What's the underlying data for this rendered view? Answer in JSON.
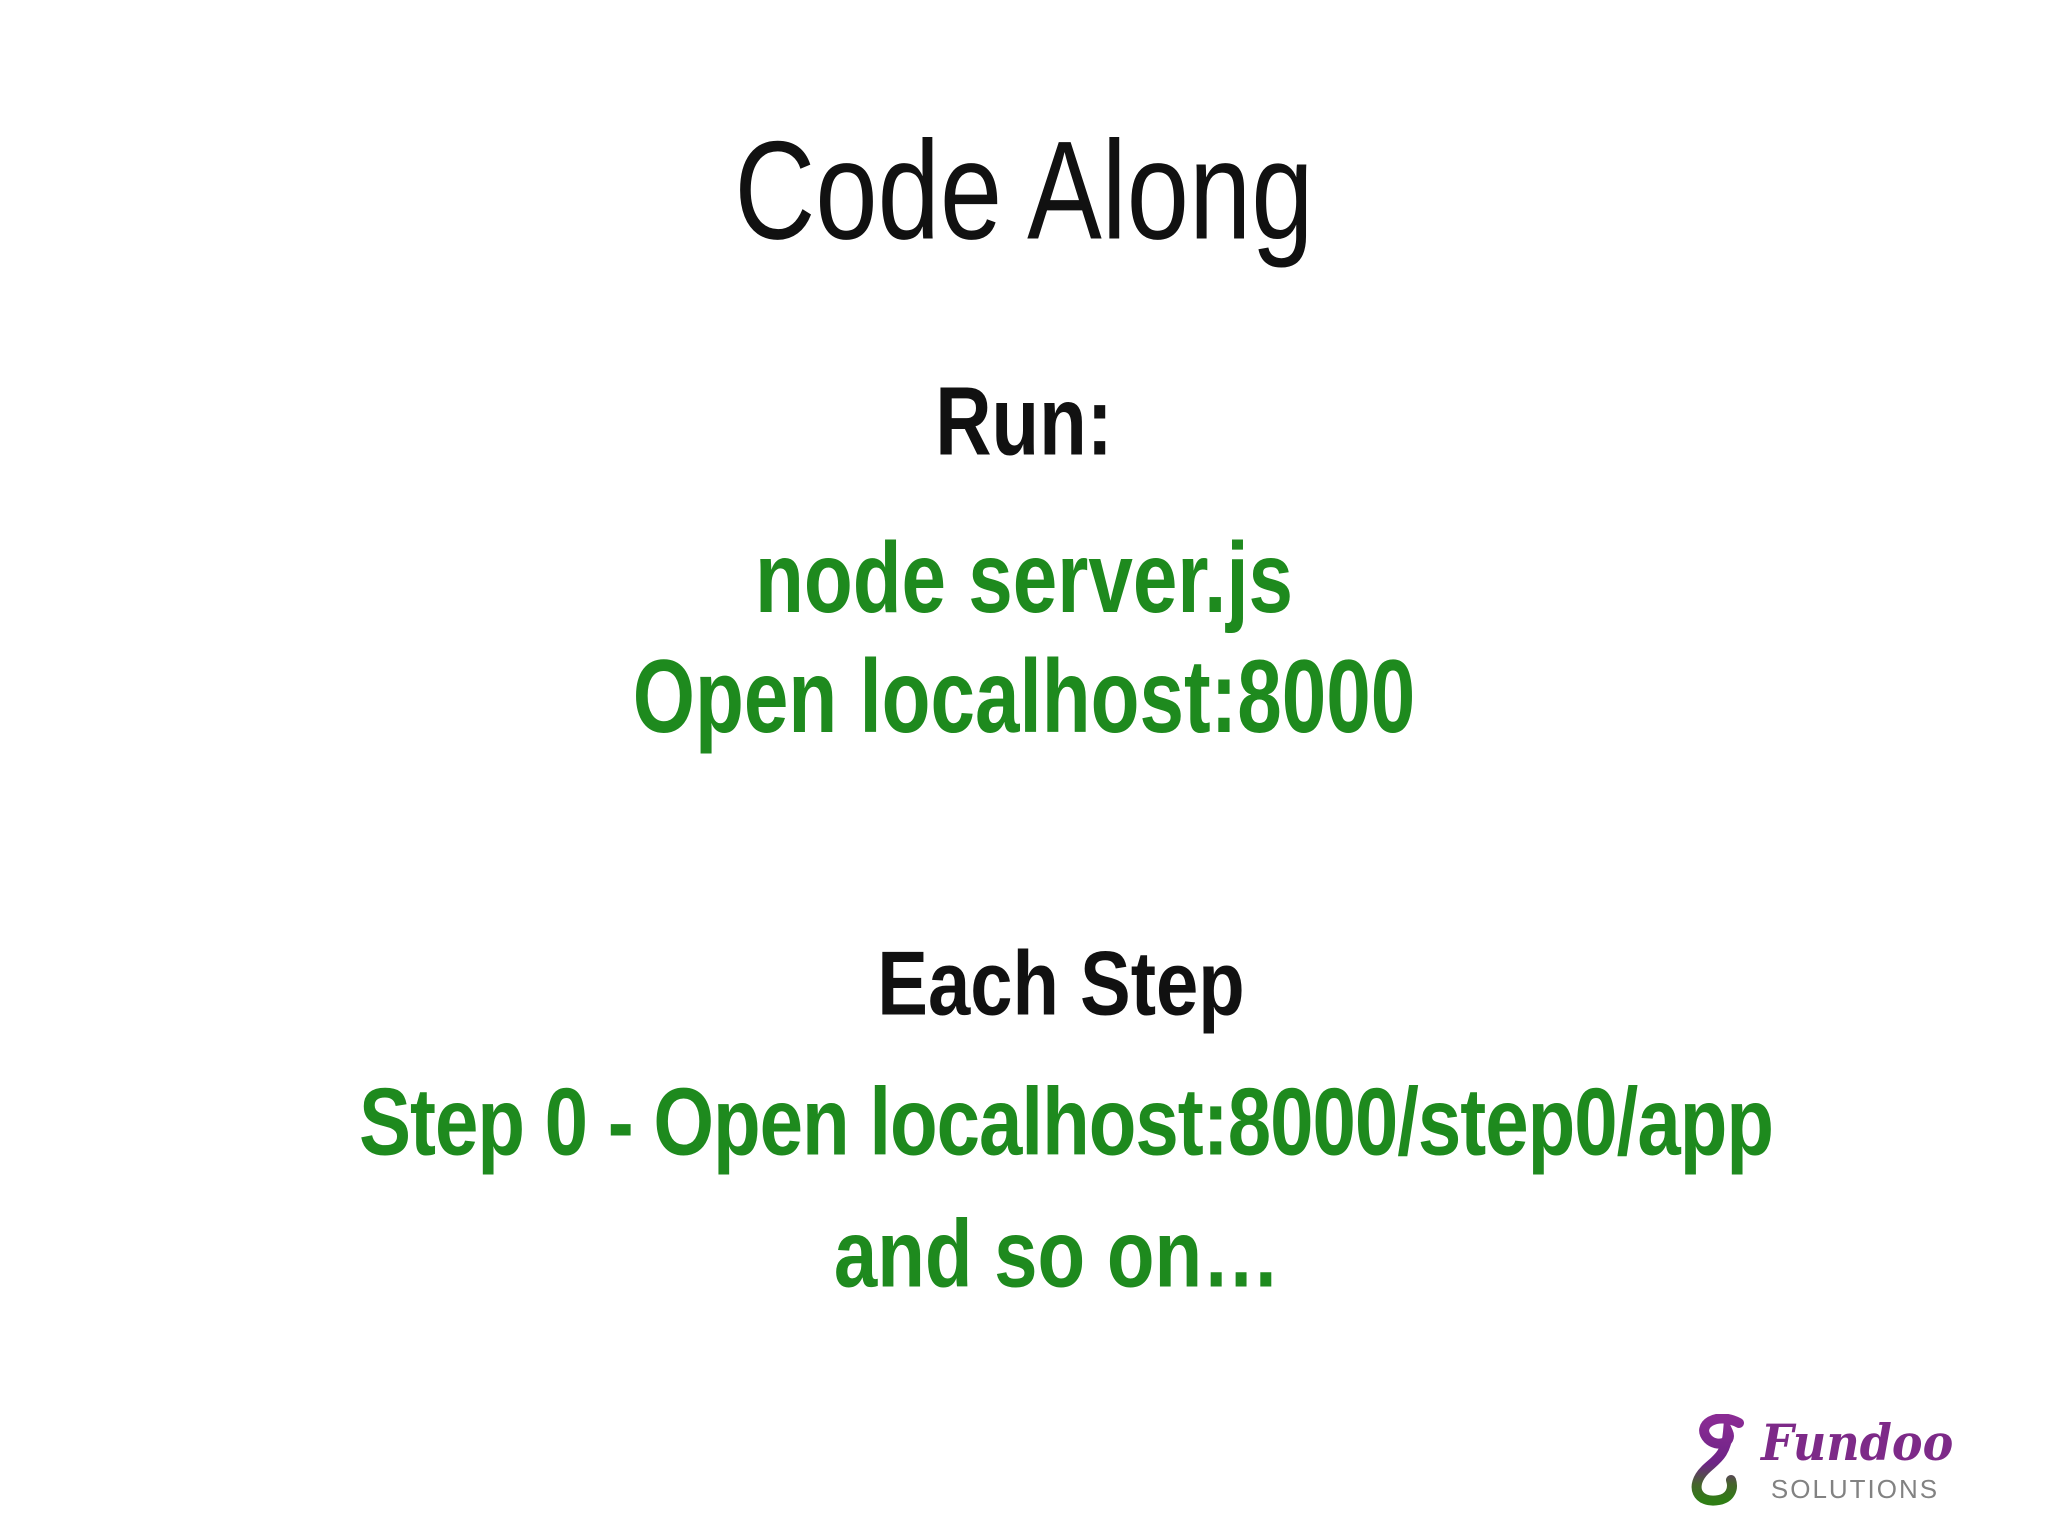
{
  "slide": {
    "title": "Code Along",
    "run_section": {
      "heading": "Run:",
      "lines": [
        "node server.js",
        "Open localhost:8000"
      ]
    },
    "steps_section": {
      "heading": "Each Step",
      "lines": [
        "Step 0 - Open localhost:8000/step0/app",
        "and so on…"
      ]
    },
    "logo": {
      "brand": "Fundoo",
      "subtitle": "SOLUTIONS"
    },
    "colors": {
      "background": "#ffffff",
      "text_black": "#111111",
      "text_green": "#1e8a1e",
      "logo_purple": "#7d2a88",
      "logo_green": "#2f7d15",
      "logo_gray": "#828282"
    }
  }
}
